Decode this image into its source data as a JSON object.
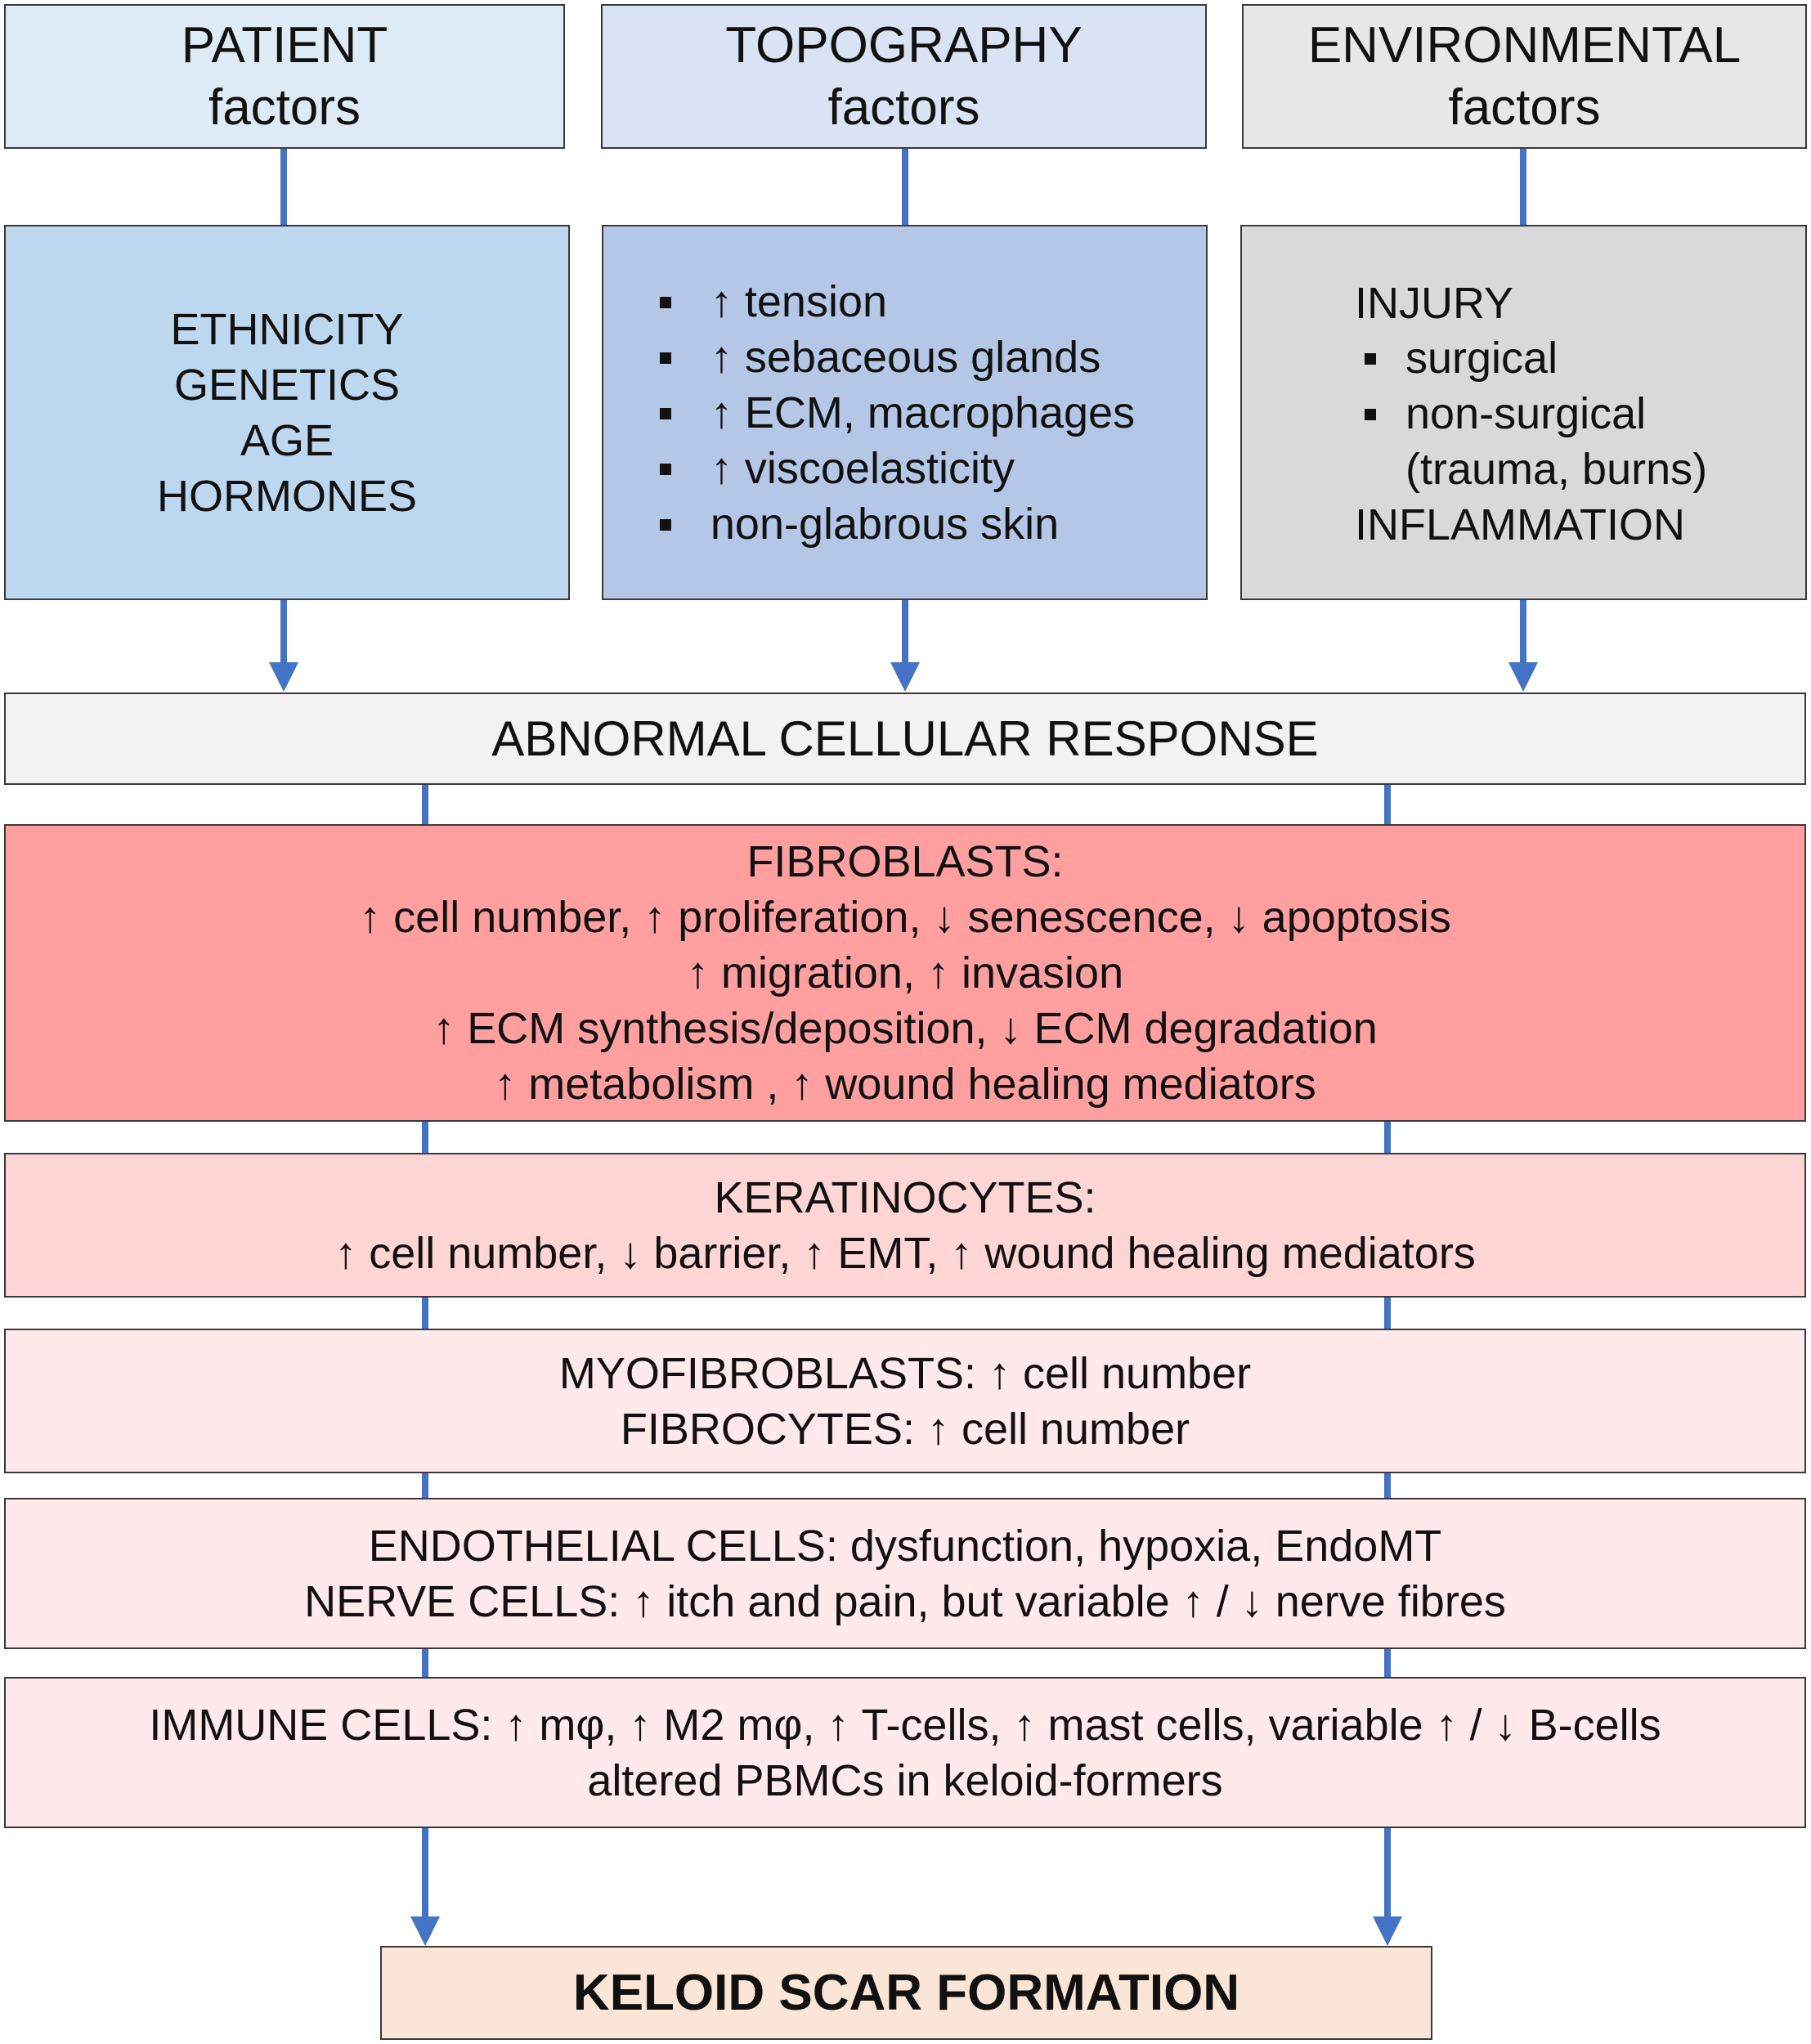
{
  "headers": {
    "patient": [
      "PATIENT",
      "factors"
    ],
    "topography": [
      "TOPOGRAPHY",
      "factors"
    ],
    "environmental": [
      "ENVIRONMENTAL",
      "factors"
    ]
  },
  "patient_factors": [
    "ETHNICITY",
    "GENETICS",
    "AGE",
    "HORMONES"
  ],
  "topography_factors": [
    "↑ tension",
    "↑ sebaceous glands",
    "↑ ECM, macrophages",
    "↑ viscoelasticity",
    "non-glabrous skin"
  ],
  "environmental_factors": {
    "injury_title": "INJURY",
    "injury_items": [
      "surgical",
      "non-surgical"
    ],
    "injury_note": "(trauma, burns)",
    "inflammation": "INFLAMMATION"
  },
  "abnormal_response": "ABNORMAL CELLULAR RESPONSE",
  "fibroblasts": [
    "FIBROBLASTS:",
    "↑ cell number, ↑ proliferation, ↓ senescence, ↓ apoptosis",
    "↑ migration, ↑ invasion",
    "↑ ECM synthesis/deposition, ↓ ECM degradation",
    "↑ metabolism , ↑ wound healing mediators"
  ],
  "keratinocytes": [
    "KERATINOCYTES:",
    "↑ cell number, ↓ barrier, ↑ EMT, ↑ wound healing mediators"
  ],
  "myofibroblasts": [
    "MYOFIBROBLASTS: ↑ cell number",
    "FIBROCYTES: ↑ cell number"
  ],
  "endothelial": [
    "ENDOTHELIAL CELLS: dysfunction, hypoxia, EndoMT",
    "NERVE CELLS: ↑ itch and pain, but variable ↑ / ↓ nerve fibres"
  ],
  "immune": [
    "IMMUNE CELLS: ↑ mφ, ↑ M2 mφ, ↑ T-cells, ↑ mast cells, variable ↑ / ↓ B-cells",
    "altered PBMCs in keloid-formers"
  ],
  "outcome": "KELOID SCAR FORMATION",
  "colors": {
    "patient_header": "#deeaf6",
    "topography_header": "#dae3f3",
    "environmental_header": "#e7e7e7",
    "patient_box": "#bdd7ee",
    "topography_box": "#b4c7e7",
    "environmental_box": "#d9d9d9",
    "abnormal": "#f2f2f2",
    "fibroblasts": "#ff9f9f",
    "keratinocytes": "#ffd5d5",
    "light_pink": "#ffe9ea",
    "outcome": "#fbe5d6",
    "connector": "#4472c4"
  }
}
